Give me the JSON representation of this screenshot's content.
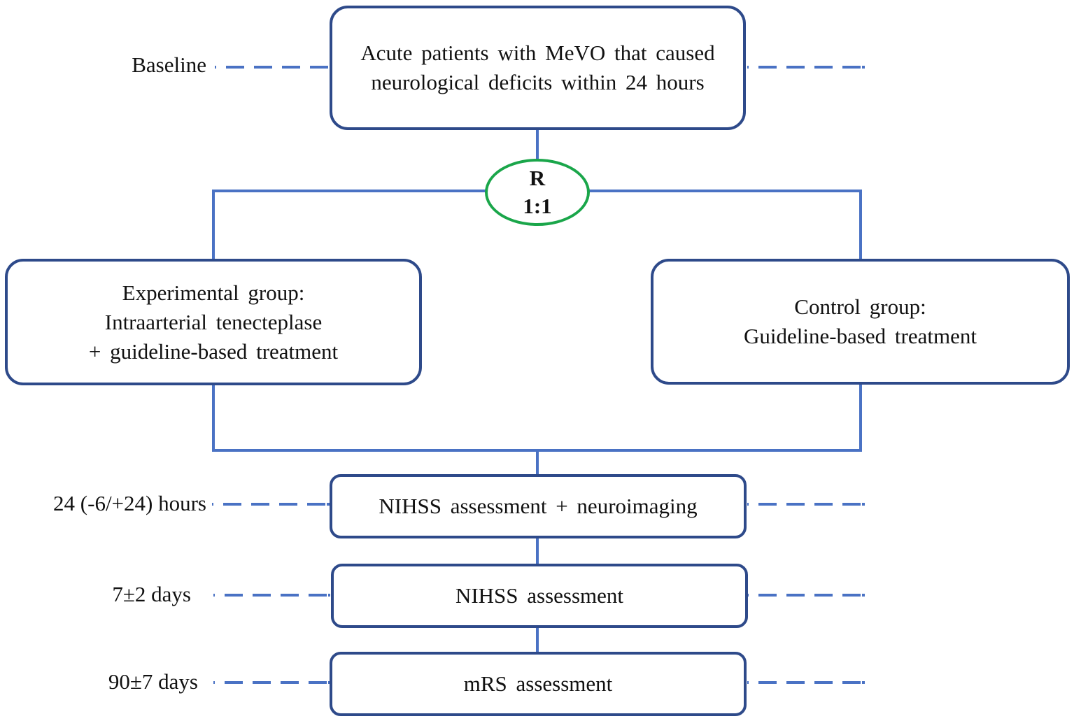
{
  "colors": {
    "box_border": "#2e4a8a",
    "connector": "#4a72c4",
    "timeline_dash": "#4a72c4",
    "randomization_border": "#1aa64a"
  },
  "timepoints": {
    "baseline": "Baseline",
    "hours_24": "24 (-6/+24) hours",
    "days_7": "7±2 days",
    "days_90": "90±7 days"
  },
  "boxes": {
    "enrollment": {
      "line1": "Acute patients with MeVO that caused",
      "line2": "neurological deficits within 24 hours"
    },
    "randomization": {
      "line1": "R",
      "line2": "1:1"
    },
    "experimental": {
      "line1": "Experimental group:",
      "line2": "Intraarterial tenecteplase",
      "line3": "+ guideline-based treatment"
    },
    "control": {
      "line1": "Control group:",
      "line2": "Guideline-based treatment"
    },
    "assessment_24h": "NIHSS assessment + neuroimaging",
    "assessment_7d": "NIHSS assessment",
    "assessment_90d": "mRS assessment"
  }
}
